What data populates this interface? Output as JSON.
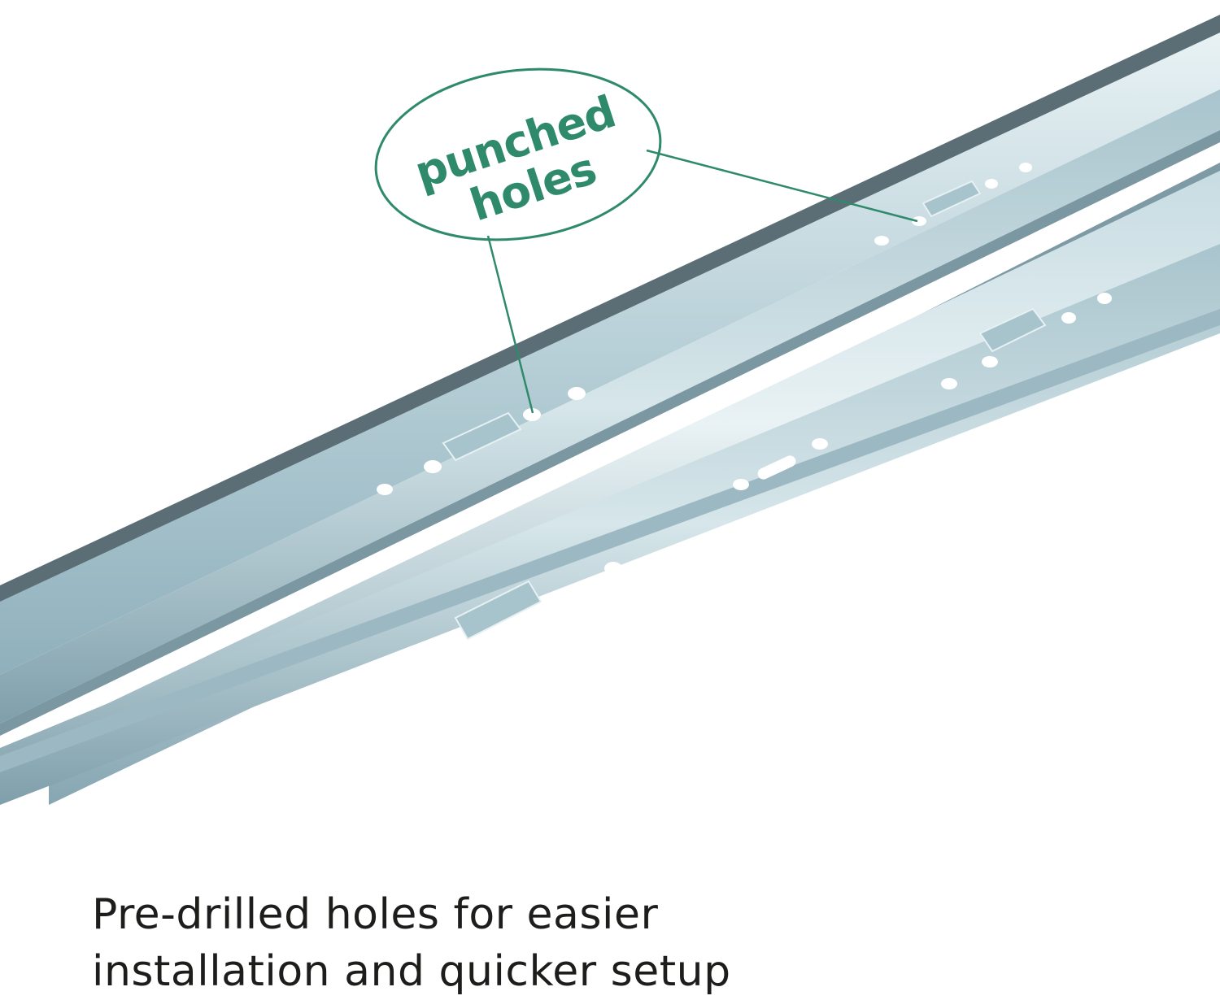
{
  "callout": {
    "line1": "punched",
    "line2": "holes",
    "color": "#2e8a6a"
  },
  "caption": {
    "line1": "Pre-drilled holes for easier",
    "line2": "installation and quicker setup"
  },
  "colors": {
    "rail_light": "#cfe3e9",
    "rail_mid": "#9fbfca",
    "rail_dark": "#6f8f9b",
    "text": "#1d1d1b"
  },
  "icons": [
    "oval-callout",
    "leader-line"
  ]
}
